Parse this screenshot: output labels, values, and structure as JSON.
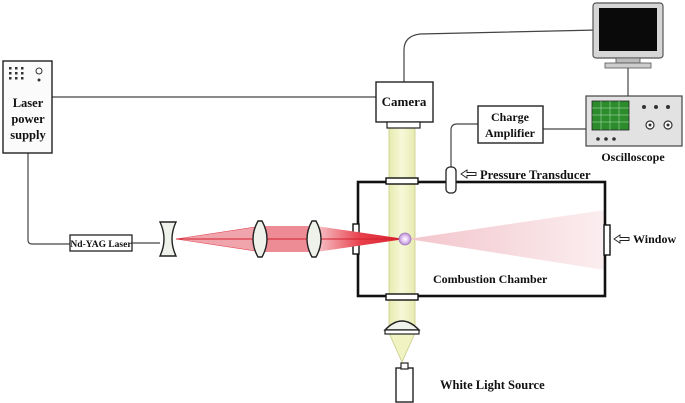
{
  "labels": {
    "laser_power_supply": [
      "Laser",
      "power",
      "supply"
    ],
    "camera": "Camera",
    "charge_amplifier": [
      "Charge",
      "Amplifier"
    ],
    "oscilloscope": "Oscilloscope",
    "pressure_transducer": "Pressure Transducer",
    "nd_yag_laser": "Nd-YAG Laser",
    "window": "Window",
    "combustion_chamber": "Combustion Chamber",
    "white_light_source": "White Light Source"
  },
  "colors": {
    "laser_beam": "#e0303c",
    "laser_beam_light": "#f3b5bc",
    "scattered_light": "#f6d9dc",
    "light_column": "#f1f3c2",
    "light_column_edge": "#d6da8a",
    "lens_fill": "#e9efe4",
    "monitor_screen": "#0a0a0a",
    "monitor_body": "#cfcfcf",
    "scope_screen": "#2a8a2a",
    "scope_body": "#d8d8d8",
    "ignition_spot": "#d9b6ee"
  },
  "icons": [
    "monitor-icon",
    "oscilloscope-icon",
    "power-supply-icon",
    "camera-icon",
    "laser-icon",
    "lens-icon",
    "lamp-icon"
  ]
}
